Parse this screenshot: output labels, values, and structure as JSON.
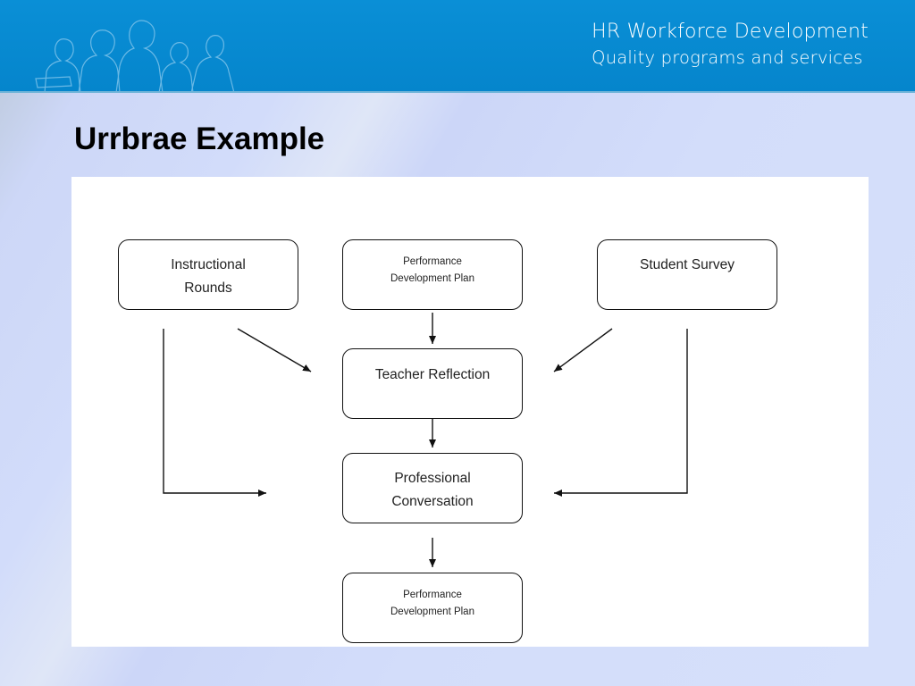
{
  "header": {
    "title": "HR Workforce Development",
    "subtitle": "Quality programs and services"
  },
  "slide": {
    "title": "Urrbrae Example"
  },
  "diagram": {
    "nodes": {
      "instructional_rounds": "Instructional\nRounds",
      "pdp_top": "Performance\nDevelopment Plan",
      "student_survey": "Student Survey",
      "teacher_reflection": "Teacher Reflection",
      "professional_conversation": "Professional\nConversation",
      "pdp_bottom": "Performance\nDevelopment Plan"
    }
  },
  "colors": {
    "banner": "#0a8fd6",
    "box_border": "#111111",
    "panel": "#ffffff"
  }
}
